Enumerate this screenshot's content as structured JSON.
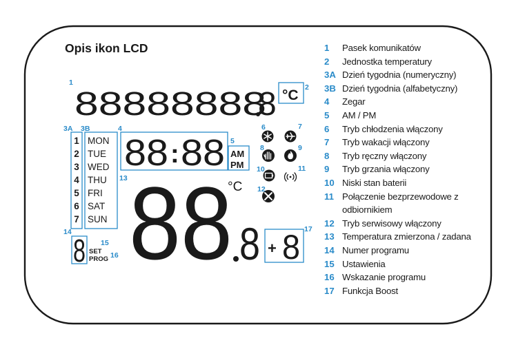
{
  "title": "Opis ikon LCD",
  "colors": {
    "accent": "#2a8bc9",
    "ink": "#1a1a1a"
  },
  "lcd": {
    "top_segments": "88888888",
    "top_decimal_digit": "8",
    "top_unit": "°C",
    "clock_left": "88",
    "clock_right": "88",
    "clock_colon": ":",
    "am": "AM",
    "pm": "PM",
    "day_numbers": [
      "1",
      "2",
      "3",
      "4",
      "5",
      "6",
      "7"
    ],
    "day_names": [
      "MON",
      "TUE",
      "WED",
      "THU",
      "FRI",
      "SAT",
      "SUN"
    ],
    "big_temp": "88",
    "big_decimal": "8",
    "big_unit": "°C",
    "boost_plus": "+",
    "boost_digit": "8",
    "program_digit": "8",
    "set_label": "SET",
    "prog_label": "PROG",
    "icons": [
      "snowflake-icon",
      "plane-icon",
      "hand-icon",
      "flame-icon",
      "battery-icon",
      "wireless-icon",
      "wrench-icon"
    ]
  },
  "callouts": {
    "c1": "1",
    "c2": "2",
    "c3a": "3A",
    "c3b": "3B",
    "c4": "4",
    "c5": "5",
    "c6": "6",
    "c7": "7",
    "c8": "8",
    "c9": "9",
    "c10": "10",
    "c11": "11",
    "c12": "12",
    "c13": "13",
    "c14": "14",
    "c15": "15",
    "c16": "16",
    "c17": "17"
  },
  "legend": [
    {
      "num": "1",
      "text": "Pasek komunikatów"
    },
    {
      "num": "2",
      "text": "Jednostka temperatury"
    },
    {
      "num": "3A",
      "text": "Dzień tygodnia (numeryczny)"
    },
    {
      "num": "3B",
      "text": "Dzień tygodnia (alfabetyczny)"
    },
    {
      "num": "4",
      "text": "Zegar"
    },
    {
      "num": "5",
      "text": "AM / PM"
    },
    {
      "num": "6",
      "text": "Tryb chłodzenia włączony"
    },
    {
      "num": "7",
      "text": "Tryb wakacji włączony"
    },
    {
      "num": "8",
      "text": "Tryb ręczny włączony"
    },
    {
      "num": "9",
      "text": "Tryb grzania włączony"
    },
    {
      "num": "10",
      "text": "Niski stan baterii"
    },
    {
      "num": "11",
      "text": "Połączenie bezprzewodowe z odbiornikiem"
    },
    {
      "num": "12",
      "text": "Tryb serwisowy włączony"
    },
    {
      "num": "13",
      "text": "Temperatura zmierzona / zadana"
    },
    {
      "num": "14",
      "text": "Numer programu"
    },
    {
      "num": "15",
      "text": "Ustawienia"
    },
    {
      "num": "16",
      "text": "Wskazanie programu"
    },
    {
      "num": "17",
      "text": "Funkcja Boost"
    }
  ]
}
